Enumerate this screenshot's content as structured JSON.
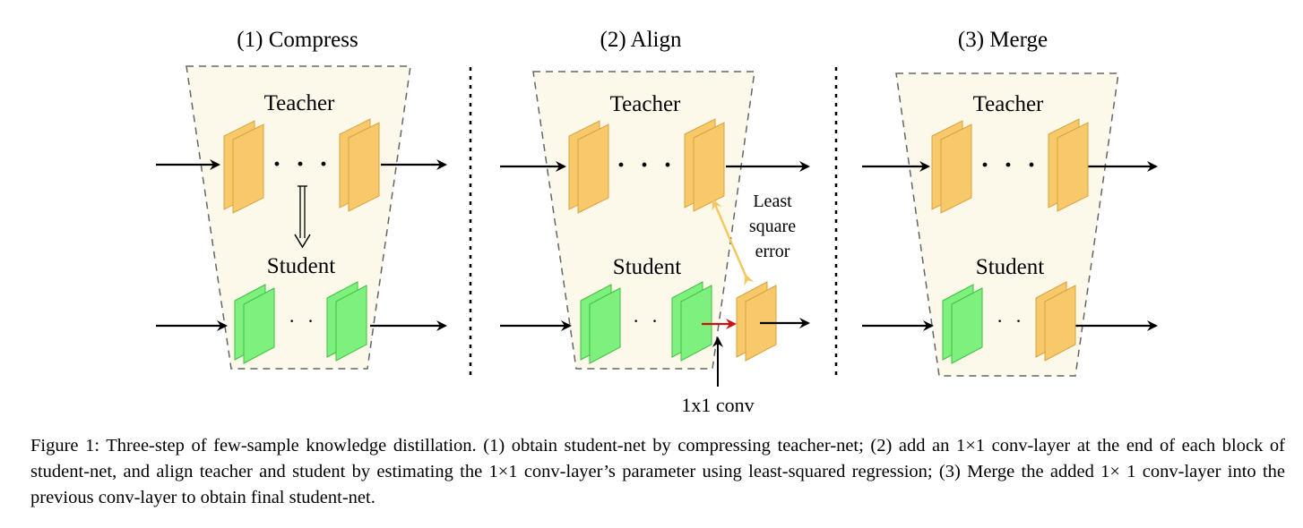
{
  "panels": [
    {
      "title": "(1) Compress",
      "teacher_label": "Teacher",
      "student_label": "Student"
    },
    {
      "title": "(2) Align",
      "teacher_label": "Teacher",
      "student_label": "Student"
    },
    {
      "title": "(3) Merge",
      "teacher_label": "Teacher",
      "student_label": "Student"
    }
  ],
  "align_annotations": {
    "error_line1": "Least",
    "error_line2": "square",
    "error_line3": "error",
    "conv_label": "1x1 conv"
  },
  "caption": "Figure 1: Three-step of few-sample knowledge distillation. (1) obtain student-net by compressing teacher-net; (2) add an 1×1 conv-layer at the end of each block of student-net, and align teacher and student by estimating the 1×1 conv-layer’s parameter using least-squared regression; (3) Merge the added 1× 1 conv-layer into the previous conv-layer to obtain final student-net.",
  "colors": {
    "panel_fill": "#fcf9ea",
    "panel_border": "#666666",
    "teacher_layer": "#f7c96a",
    "teacher_layer_border": "#d7a23c",
    "student_layer": "#7ef07e",
    "student_layer_border": "#40c040",
    "error_arrow": "#f7d57f",
    "conv_arrow": "#cc1111"
  },
  "icons": [
    "layer-stack-icon",
    "arrow-right-icon",
    "arrow-down-icon",
    "dotted-divider"
  ]
}
